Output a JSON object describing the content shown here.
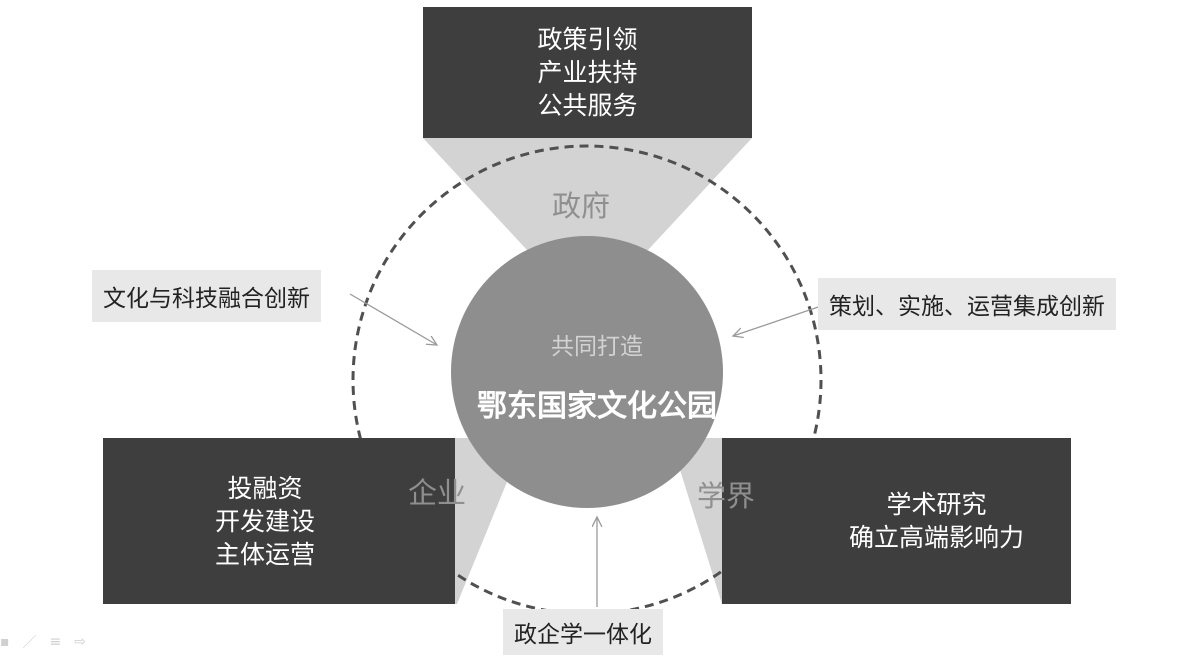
{
  "government": {
    "label": "政府",
    "lines": [
      "政策引领",
      "产业扶持",
      "公共服务"
    ]
  },
  "enterprise": {
    "label": "企业",
    "lines": [
      "投融资",
      "开发建设",
      "主体运营"
    ]
  },
  "academia": {
    "label": "学界",
    "lines": [
      "学术研究",
      "确立高端影响力"
    ]
  },
  "center": {
    "subtitle": "共同打造",
    "title": "鄂东国家文化公园"
  },
  "callouts": {
    "culture_tech": "文化与科技融合创新",
    "planning": "策划、实施、运营集成创新",
    "integration": "政企学一体化"
  },
  "toolbar": {
    "icons": [
      "slide-icon",
      "pen-icon",
      "menu-icon",
      "arrow-right-icon"
    ]
  },
  "colors": {
    "dark_box": "#3e3e3e",
    "funnel": "#d3d3d3",
    "center_circle": "#8e8e8e",
    "callout_box": "#e8e8e8",
    "stakeholder_label": "#8f8f8f"
  }
}
